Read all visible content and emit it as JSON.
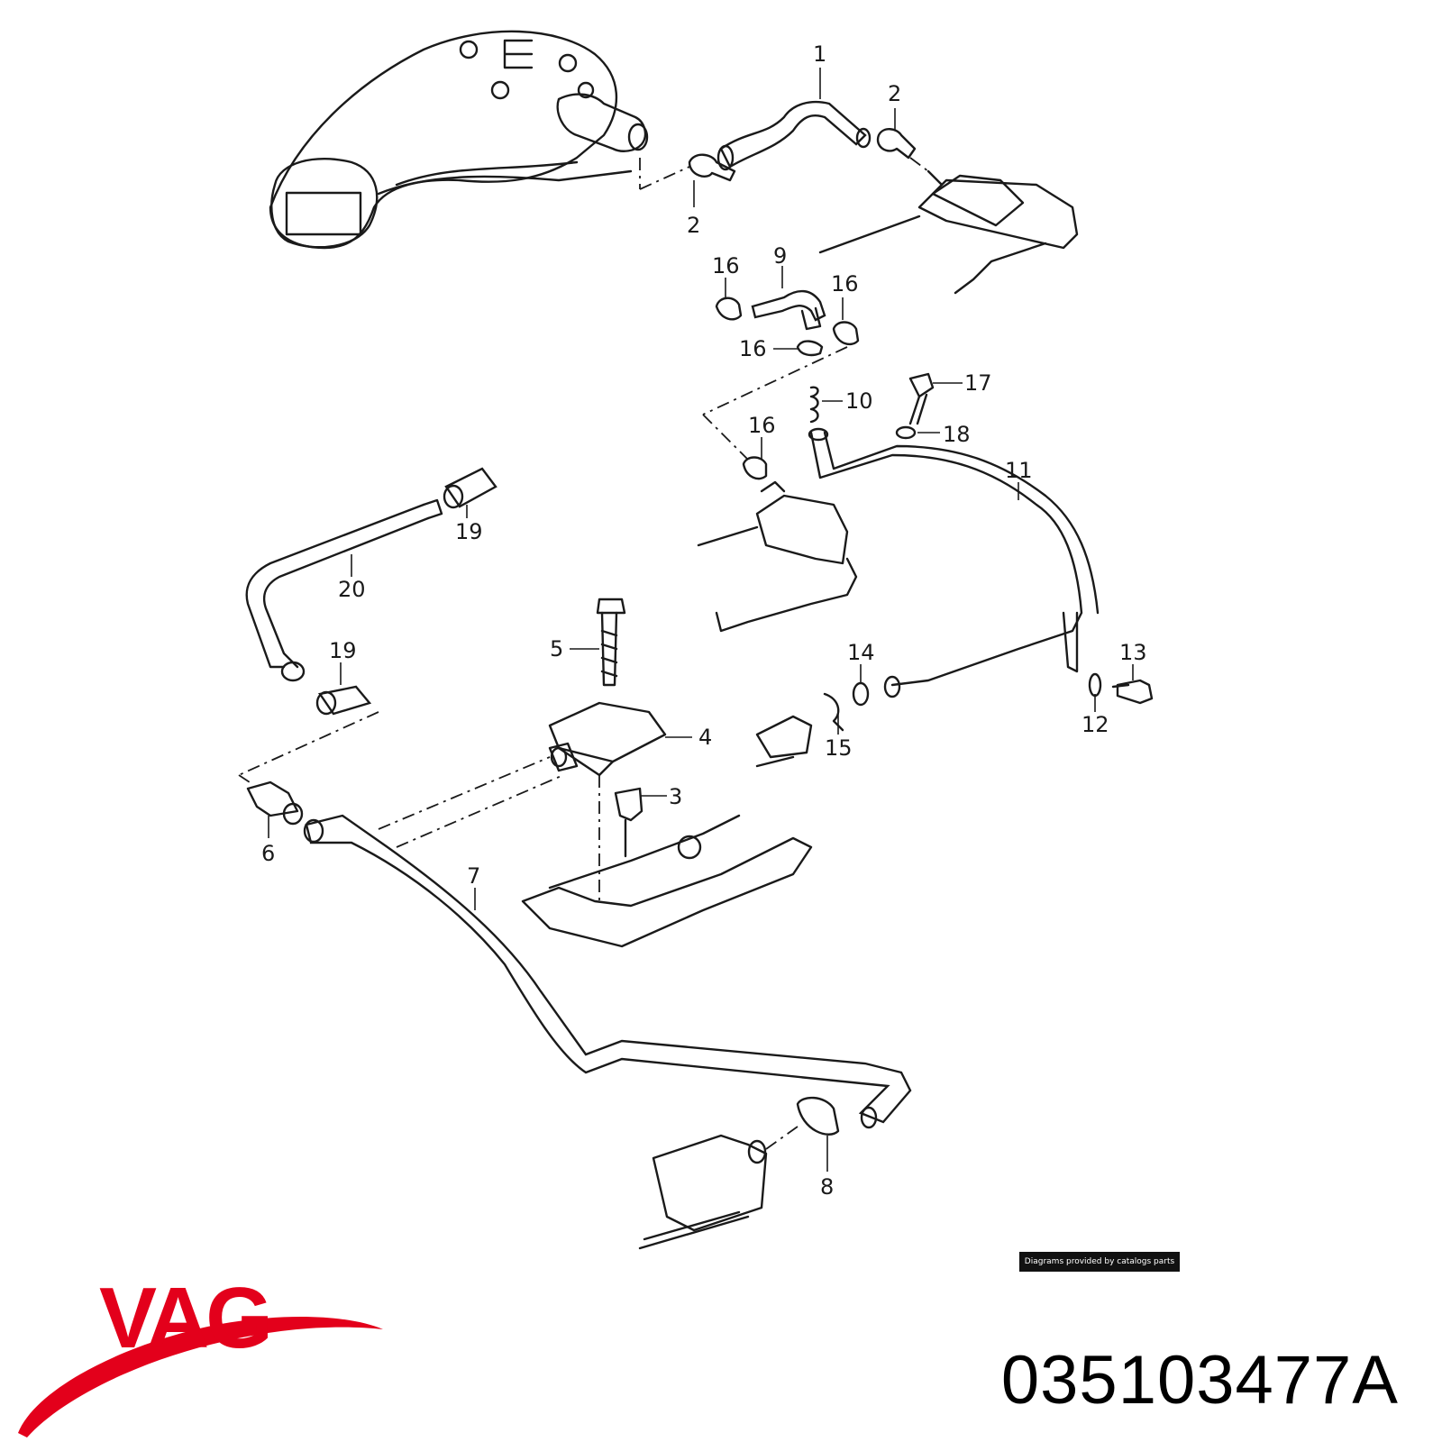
{
  "callouts": [
    "1",
    "2",
    "2",
    "16",
    "9",
    "16",
    "16",
    "17",
    "10",
    "18",
    "16",
    "11",
    "19",
    "20",
    "5",
    "14",
    "13",
    "19",
    "4",
    "15",
    "12",
    "3",
    "6",
    "7",
    "8"
  ],
  "credit": "Diagrams provided by catalogs parts",
  "brand": {
    "text": "VAG",
    "color": "#e3001b"
  },
  "part_number": "035103477A",
  "icons": {
    "brand_logo": "vag-swoosh-logo"
  }
}
